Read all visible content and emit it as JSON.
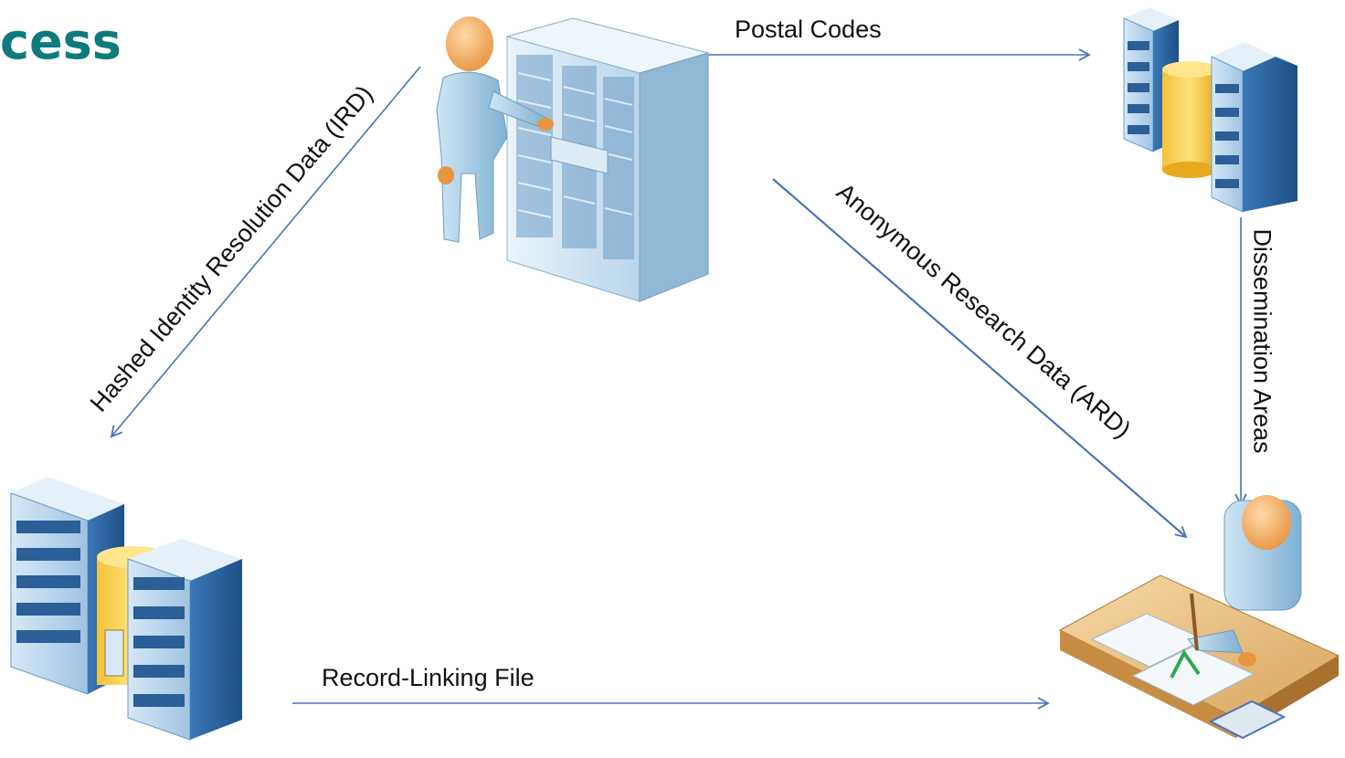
{
  "slide": {
    "title_fragment": "cess"
  },
  "flows": {
    "postal_codes": "Postal Codes",
    "hashed_ird": "Hashed Identity Resolution Data (IRD)",
    "anonymous_ard": "Anonymous Research Data (ARD)",
    "dissemination_areas": "Dissemination Areas",
    "record_linking": "Record-Linking File"
  },
  "icons": {
    "top_center": "person-at-server-rack-icon",
    "top_right": "server-database-icon",
    "bottom_left": "server-database-icon",
    "bottom_right": "researcher-at-desk-icon"
  },
  "colors": {
    "title": "#0e7a7e",
    "arrow": "#4a74b8"
  }
}
